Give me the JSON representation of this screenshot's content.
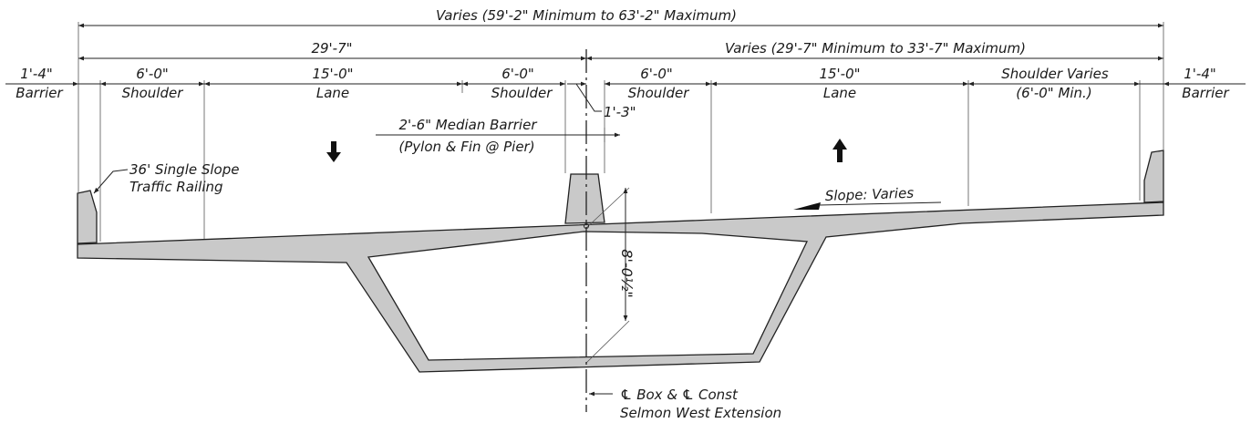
{
  "overall_dimension": "Varies (59'-2\" Minimum to 63'-2\" Maximum)",
  "left_half_dimension": "29'-7\"",
  "right_half_dimension": "Varies (29'-7\" Minimum to 33'-7\" Maximum)",
  "segments": {
    "left_barrier": {
      "dim": "1'-4\"",
      "label": "Barrier"
    },
    "left_outer_shoulder": {
      "dim": "6'-0\"",
      "label": "Shoulder"
    },
    "left_lane": {
      "dim": "15'-0\"",
      "label": "Lane"
    },
    "left_inner_shoulder": {
      "dim": "6'-0\"",
      "label": "Shoulder"
    },
    "right_inner_shoulder": {
      "dim": "6'-0\"",
      "label": "Shoulder"
    },
    "right_lane": {
      "dim": "15'-0\"",
      "label": "Lane"
    },
    "right_outer_shoulder": {
      "dim": "Shoulder Varies",
      "label": "(6'-0\" Min.)"
    },
    "right_barrier": {
      "dim": "1'-4\"",
      "label": "Barrier"
    }
  },
  "offset_dimension": "1'-3\"",
  "median_barrier": {
    "line1": "2'-6\" Median Barrier",
    "line2": "(Pylon & Fin @ Pier)"
  },
  "traffic_railing": {
    "line1": "36' Single Slope",
    "line2": "Traffic Railing"
  },
  "slope_label": "Slope: Varies",
  "box_depth": "8'-0½\"",
  "centerline_label": {
    "line1": "℄ Box & ℄ Const",
    "line2": "Selmon West Extension"
  },
  "colors": {
    "concrete": "#c9c9c9",
    "line": "#222222"
  }
}
